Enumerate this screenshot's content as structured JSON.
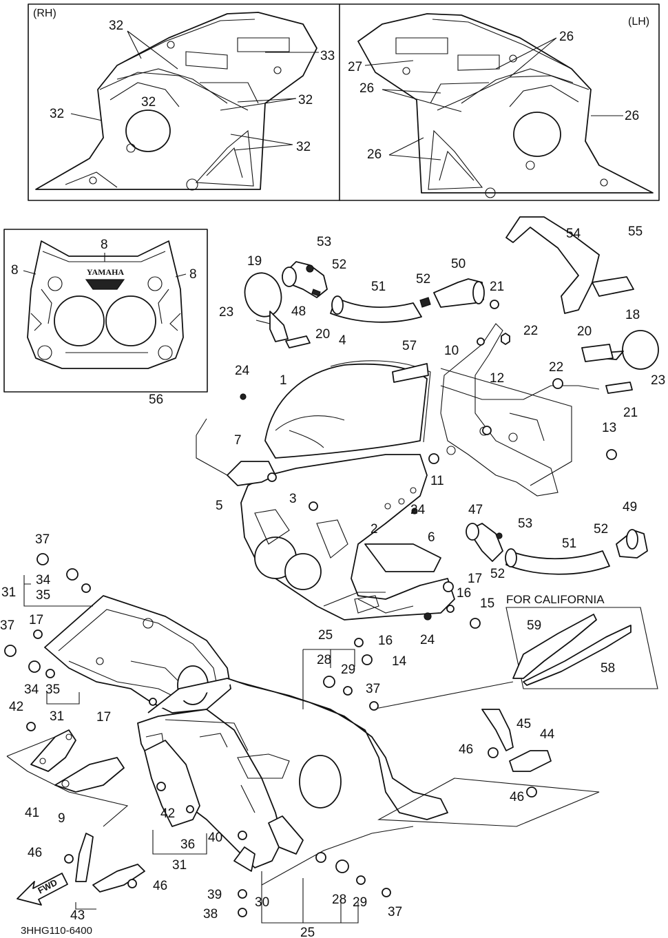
{
  "insets": {
    "rh_label": "(RH)",
    "lh_label": "(LH)",
    "california_label": "FOR CALIFORNIA",
    "yamaha_logo": "YAMAHA"
  },
  "fwd_label": "FWD",
  "diagram_code": "3HHG110-6400",
  "callouts": [
    "32",
    "32",
    "32",
    "32",
    "32",
    "33",
    "32",
    "26",
    "27",
    "26",
    "26",
    "26",
    "26",
    "8",
    "8",
    "8",
    "53",
    "52",
    "19",
    "48",
    "23",
    "20",
    "51",
    "50",
    "52",
    "21",
    "54",
    "55",
    "22",
    "20",
    "18",
    "23",
    "4",
    "57",
    "1",
    "10",
    "12",
    "22",
    "21",
    "24",
    "56",
    "7",
    "13",
    "11",
    "3",
    "5",
    "2",
    "24",
    "47",
    "53",
    "49",
    "52",
    "51",
    "6",
    "52",
    "37",
    "34",
    "31",
    "35",
    "17",
    "16",
    "15",
    "24",
    "37",
    "17",
    "25",
    "28",
    "29",
    "16",
    "14",
    "34",
    "35",
    "37",
    "31",
    "42",
    "17",
    "45",
    "44",
    "46",
    "46",
    "41",
    "9",
    "42",
    "36",
    "40",
    "31",
    "46",
    "46",
    "39",
    "38",
    "30",
    "28",
    "29",
    "37",
    "25",
    "43",
    "59",
    "58"
  ]
}
